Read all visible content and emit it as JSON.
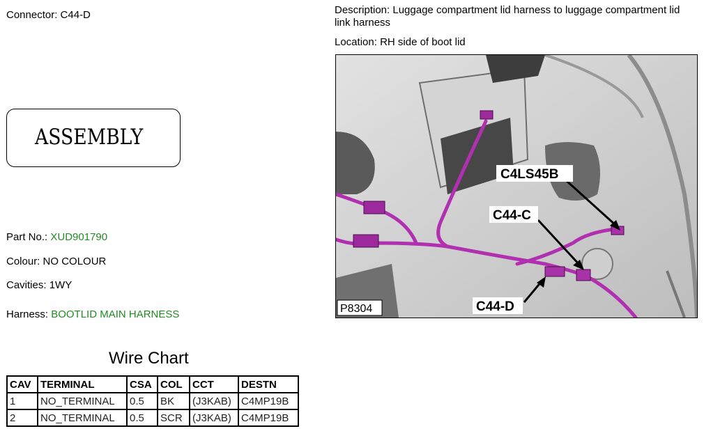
{
  "connector": {
    "label": "Connector:",
    "value": "C44-D"
  },
  "assembly_box": {
    "text": "ASSEMBLY"
  },
  "part": {
    "label": "Part No.:",
    "value": "XUD901790"
  },
  "colour": {
    "label": "Colour:",
    "value": "NO COLOUR"
  },
  "cavities": {
    "label": "Cavities:",
    "value": "1WY"
  },
  "harness": {
    "label": "Harness:",
    "value": "BOOTLID MAIN HARNESS"
  },
  "description": {
    "label": "Description:",
    "value": "Luggage compartment lid harness to luggage compartment lid link harness"
  },
  "location": {
    "label": "Location:",
    "value": "RH side of boot lid"
  },
  "figure": {
    "ref": "P8304",
    "callouts": [
      "C4LS45B",
      "C44-C",
      "C44-D"
    ]
  },
  "wire_chart": {
    "title": "Wire Chart",
    "columns": [
      "CAV",
      "TERMINAL",
      "CSA",
      "COL",
      "CCT",
      "DESTN"
    ],
    "rows": [
      [
        "1",
        "NO_TERMINAL",
        "0.5",
        "BK",
        "(J3KAB)",
        "C4MP19B"
      ],
      [
        "2",
        "NO_TERMINAL",
        "0.5",
        "SCR",
        "(J3KAB)",
        "C4MP19B"
      ]
    ]
  },
  "colors": {
    "accent_green": "#228b22",
    "harness_magenta": "#b030b0"
  }
}
